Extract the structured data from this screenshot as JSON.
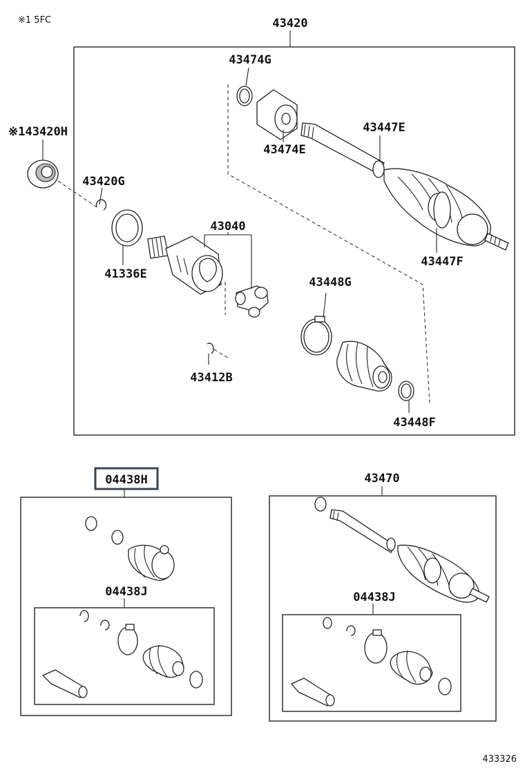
{
  "corner_note": "※1 5FC",
  "figure_id": "433326",
  "labels": {
    "p43420": "43420",
    "p43474G": "43474G",
    "p43474E": "43474E",
    "p43447E": "43447E",
    "p43447F": "43447F",
    "p43420H": "※143420H",
    "p43420G": "43420G",
    "p43040": "43040",
    "p41336E": "41336E",
    "p43448G": "43448G",
    "p43412B": "43412B",
    "p43448F": "43448F",
    "p04438H": "04438H",
    "p04438J_left": "04438J",
    "p43470": "43470",
    "p04438J_right": "04438J"
  },
  "colors": {
    "highlight": "#37474f",
    "line": "#222222"
  }
}
